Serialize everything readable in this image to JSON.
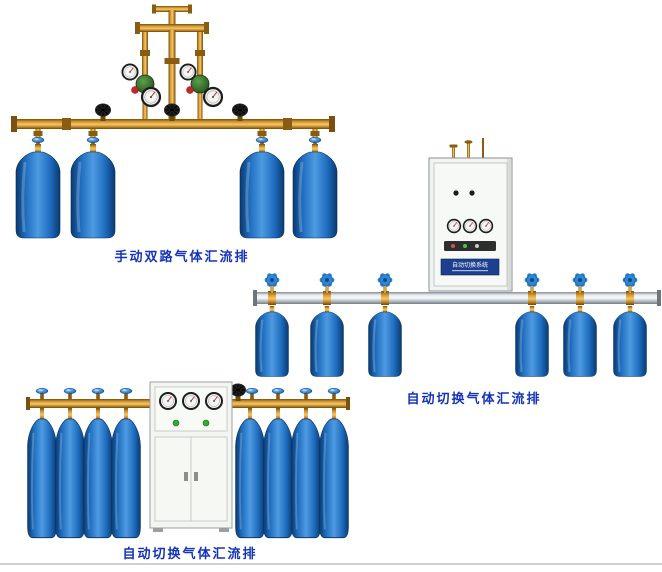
{
  "page": {
    "background": "#ffffff"
  },
  "labels": {
    "manual_dual": "手动双路气体汇流排",
    "auto_right": "自动切换气体汇流排",
    "auto_bottom": "自动切换气体汇流排"
  },
  "cabinet": {
    "panel_text": "自动切换系统"
  },
  "colors": {
    "label_blue": "#1433b8",
    "cylinder_blue": "#1e6cbe",
    "brass": "#d89c33",
    "aluminum": "#dfe5ea",
    "cabinet_body": "#f3f5f1",
    "panel_plate": "#1c3f8f"
  }
}
